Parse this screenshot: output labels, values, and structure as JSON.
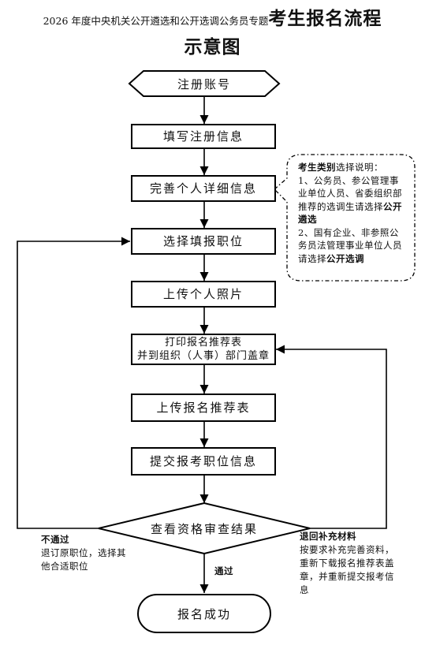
{
  "title": {
    "prefix": "2026 年度中央机关公开遴选和公开选调公务员专题",
    "highlight": "考生报名流程",
    "line2": "示意图"
  },
  "steps": {
    "register": "注册账号",
    "fill_info": "填写注册信息",
    "complete_details": "完善个人详细信息",
    "choose_position": "选择填报职位",
    "upload_photo": "上传个人照片",
    "print_form_line1": "打印报名推荐表",
    "print_form_line2": "并到组织（人事）部门盖章",
    "upload_form": "上传报名推荐表",
    "submit": "提交报考职位信息",
    "check_result": "查看资格审查结果",
    "success": "报名成功"
  },
  "note": {
    "head_bold": "考生类别",
    "head_rest": "选择说明：",
    "item1": "1、公务员、参公管理事业单位人员、省委组织部推荐的选调生请选择",
    "item1_bold": "公开遴选",
    "item2": "2、国有企业、非参照公务员法管理事业单位人员请选择",
    "item2_bold": "公开选调"
  },
  "branches": {
    "fail_title": "不通过",
    "fail_text": "退订原职位，选择其他合适职位",
    "return_title": "退回补充材料",
    "return_text": "按要求补充完善资料，重新下载报名推荐表盖章，并重新提交报考信息",
    "pass": "通过"
  }
}
